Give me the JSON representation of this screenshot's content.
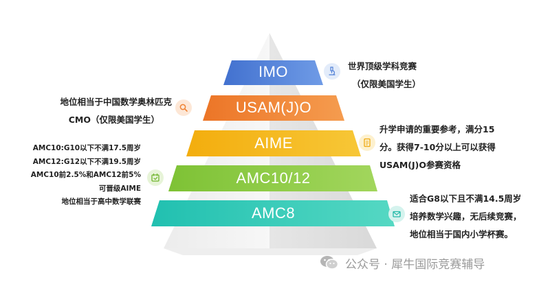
{
  "tiers": [
    {
      "label": "IMO",
      "color": "#4f7fd6"
    },
    {
      "label": "USAM(J)O",
      "color": "#ef8233"
    },
    {
      "label": "AIME",
      "color": "#f4b71b"
    },
    {
      "label": "AMC10/12",
      "color": "#8ccb45"
    },
    {
      "label": "AMC8",
      "color": "#2fc9b6"
    }
  ],
  "descriptions": {
    "imo": [
      "世界顶级学科竞赛",
      "（仅限美国学生）"
    ],
    "usamo": [
      "地位相当于中国数学奥林匹克",
      "CMO（仅限美国学生）"
    ],
    "aime": [
      "升学申请的重要参考，满分15",
      "分。获得7-10分以上可以获得",
      "USAM(J)O参赛资格"
    ],
    "amc1012": [
      "AMC10:G10以下不满17.5周岁",
      "AMC12:G12以下不满19.5周岁",
      "AMC10前2.5%和AMC12前5%",
      "可晋级AIME",
      "地位相当于高中数学联赛"
    ],
    "amc8": [
      "适合G8以下且不满14.5周岁",
      "培养数学兴趣，无后续竞赛，",
      "地位相当于国内小学杯赛。"
    ]
  },
  "icons": {
    "imo": "microscope-icon",
    "usamo": "magnifier-icon",
    "aime": "document-icon",
    "amc1012": "calendar-icon",
    "amc8": "mail-icon"
  },
  "watermark": {
    "text": "公众号 · 犀牛国际竞赛辅导",
    "icon": "wechat-icon"
  }
}
